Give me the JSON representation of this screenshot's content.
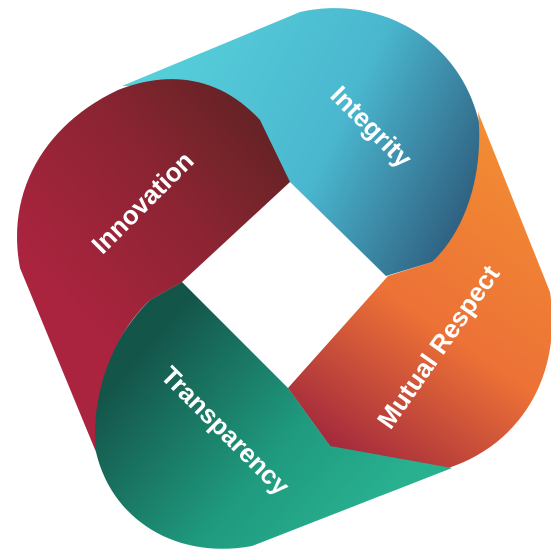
{
  "diagram": {
    "segments": [
      {
        "key": "integrity",
        "label": "Integrity",
        "color_light": "#4ec8d6",
        "color_dark": "#2f6280"
      },
      {
        "key": "mutual_respect",
        "label": "Mutual Respect",
        "color_light": "#f39034",
        "color_dark": "#a12b3c"
      },
      {
        "key": "transparency",
        "label": "Transparency",
        "color_light": "#26ab8c",
        "color_dark": "#14584a"
      },
      {
        "key": "innovation",
        "label": "Innovation",
        "color_light": "#a9243d",
        "color_dark": "#6a2324"
      }
    ]
  }
}
